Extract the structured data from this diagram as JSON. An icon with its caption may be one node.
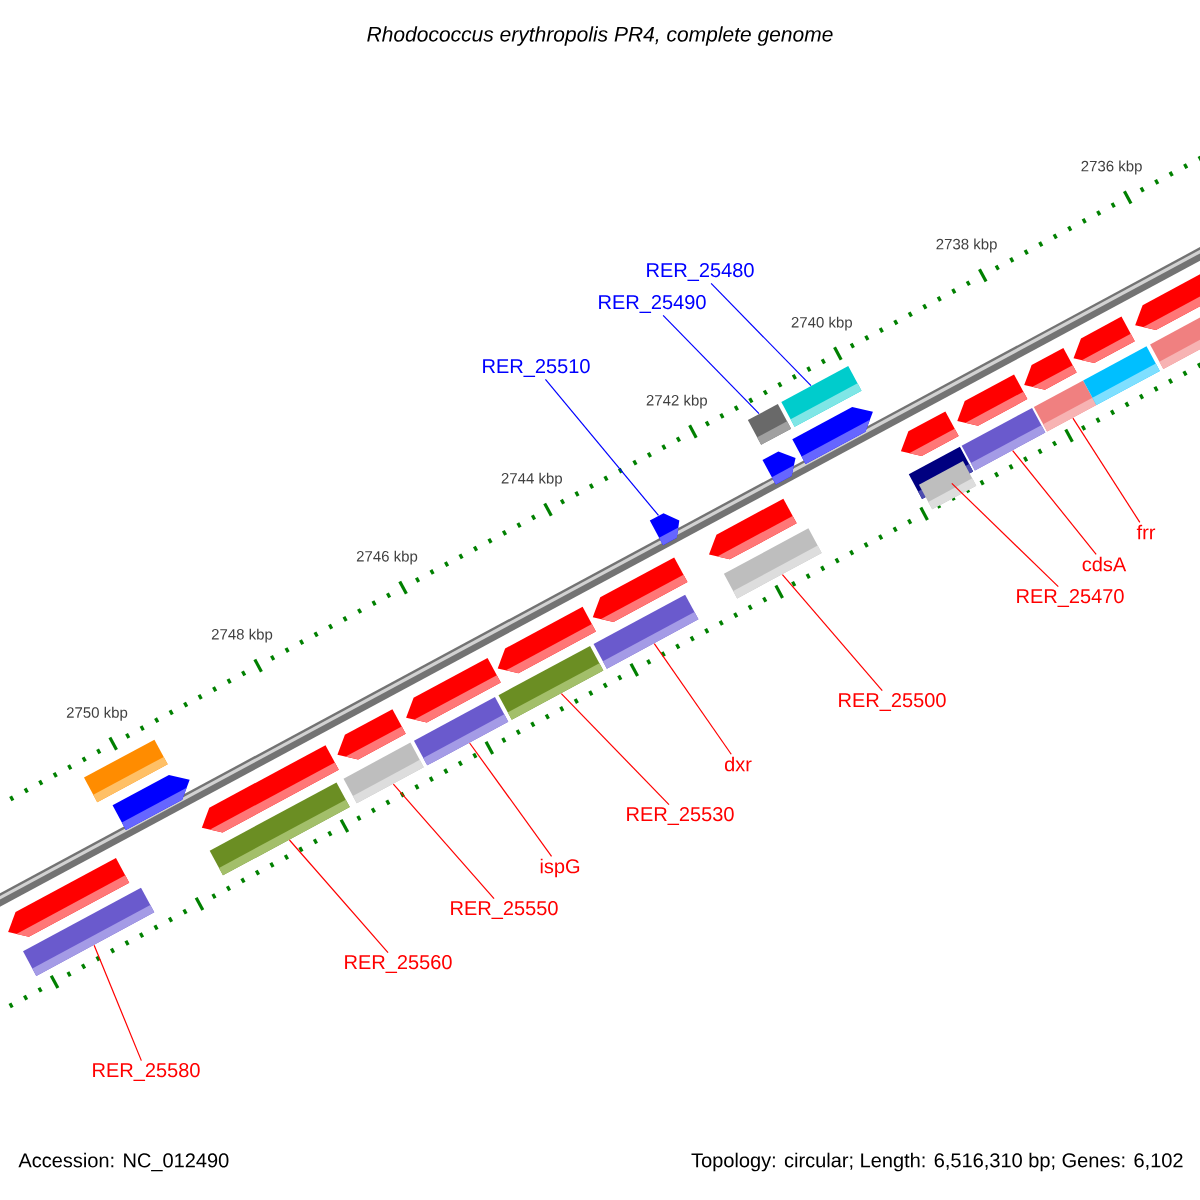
{
  "diagram": {
    "title": "Rhodococcus erythropolis PR4, complete genome",
    "nodes": [
      {
        "text": [
          "RER_25480"
        ]
      },
      {
        "text": [
          "RER_25490"
        ]
      },
      {
        "text": [
          "RER_25510"
        ]
      },
      {
        "text": [
          "frr"
        ]
      },
      {
        "text": [
          "cdsA"
        ]
      },
      {
        "text": [
          "RER_25470"
        ]
      },
      {
        "text": [
          "RER_25500"
        ]
      },
      {
        "text": [
          "dxr"
        ]
      },
      {
        "text": [
          "RER_25530"
        ]
      },
      {
        "text": [
          "ispG"
        ]
      },
      {
        "text": [
          "RER_25550"
        ]
      },
      {
        "text": [
          "RER_25560"
        ]
      },
      {
        "text": [
          "RER_25580"
        ]
      },
      {
        "text": [],
        "shape": "bar"
      },
      {
        "text": [],
        "shape": "bar"
      },
      {
        "text": [],
        "shape": "bar"
      },
      {
        "text": [],
        "shape": "bar"
      },
      {
        "text": [],
        "shape": "bar"
      },
      {
        "text": [],
        "shape": "bar"
      },
      {
        "text": [],
        "shape": "bar"
      },
      {
        "text": [],
        "shape": "bar"
      },
      {
        "text": [],
        "shape": "bar"
      },
      {
        "text": [],
        "shape": "bar"
      },
      {
        "text": [],
        "shape": "bar"
      },
      {
        "text": [],
        "shape": "bar"
      },
      {
        "text": [],
        "shape": "bar"
      },
      {
        "text": [],
        "shape": "bar"
      },
      {
        "text": [],
        "shape": "bar"
      },
      {
        "text": [],
        "shape": "bar"
      },
      {
        "text": [],
        "shape": "bar"
      },
      {
        "text": [],
        "shape": "bar"
      },
      {
        "text": [],
        "shape": "bar"
      },
      {
        "text": [],
        "shape": "bar"
      },
      {
        "text": [],
        "shape": "bar"
      },
      {
        "text": [],
        "shape": "bar"
      },
      {
        "text": [],
        "shape": "bar"
      },
      {
        "text": [],
        "shape": "bar"
      },
      {
        "text": [],
        "shape": "bar"
      },
      {
        "text": [],
        "shape": "bar"
      },
      {
        "text": [],
        "shape": "bar"
      },
      {
        "text": [],
        "shape": "bar"
      },
      {
        "text": [],
        "shape": "bar"
      },
      {
        "text": [],
        "shape": "bar"
      },
      {
        "text": [],
        "shape": "bar"
      },
      {
        "text": [],
        "shape": "bar"
      }
    ],
    "edges": [
      {
        "from": 0,
        "to": 13,
        "arrow": "none",
        "color": "#0000ff"
      },
      {
        "from": 1,
        "to": 14,
        "arrow": "none",
        "color": "#0000ff"
      },
      {
        "from": 2,
        "to": 15,
        "arrow": "none",
        "color": "#0000ff"
      },
      {
        "from": 3,
        "to": 16,
        "arrow": "none"
      },
      {
        "from": 4,
        "to": 17,
        "arrow": "none"
      },
      {
        "from": 5,
        "to": 18,
        "arrow": "none"
      },
      {
        "from": 6,
        "to": 19,
        "arrow": "none"
      },
      {
        "from": 7,
        "to": 20,
        "arrow": "none"
      },
      {
        "from": 8,
        "to": 21,
        "arrow": "none"
      },
      {
        "from": 9,
        "to": 22,
        "arrow": "none"
      },
      {
        "from": 10,
        "to": 23,
        "arrow": "none"
      },
      {
        "from": 11,
        "to": 24,
        "arrow": "none"
      },
      {
        "from": 12,
        "to": 25,
        "arrow": "none"
      }
    ],
    "labels": [
      "2736 kbp",
      "2738 kbp",
      "2740 kbp",
      "2742 kbp",
      "2744 kbp",
      "2746 kbp",
      "2748 kbp",
      "2750 kbp",
      "Accession: NC_012490",
      "Topology: circular; Length: 6,516,310 bp; Genes: 6,102"
    ]
  }
}
